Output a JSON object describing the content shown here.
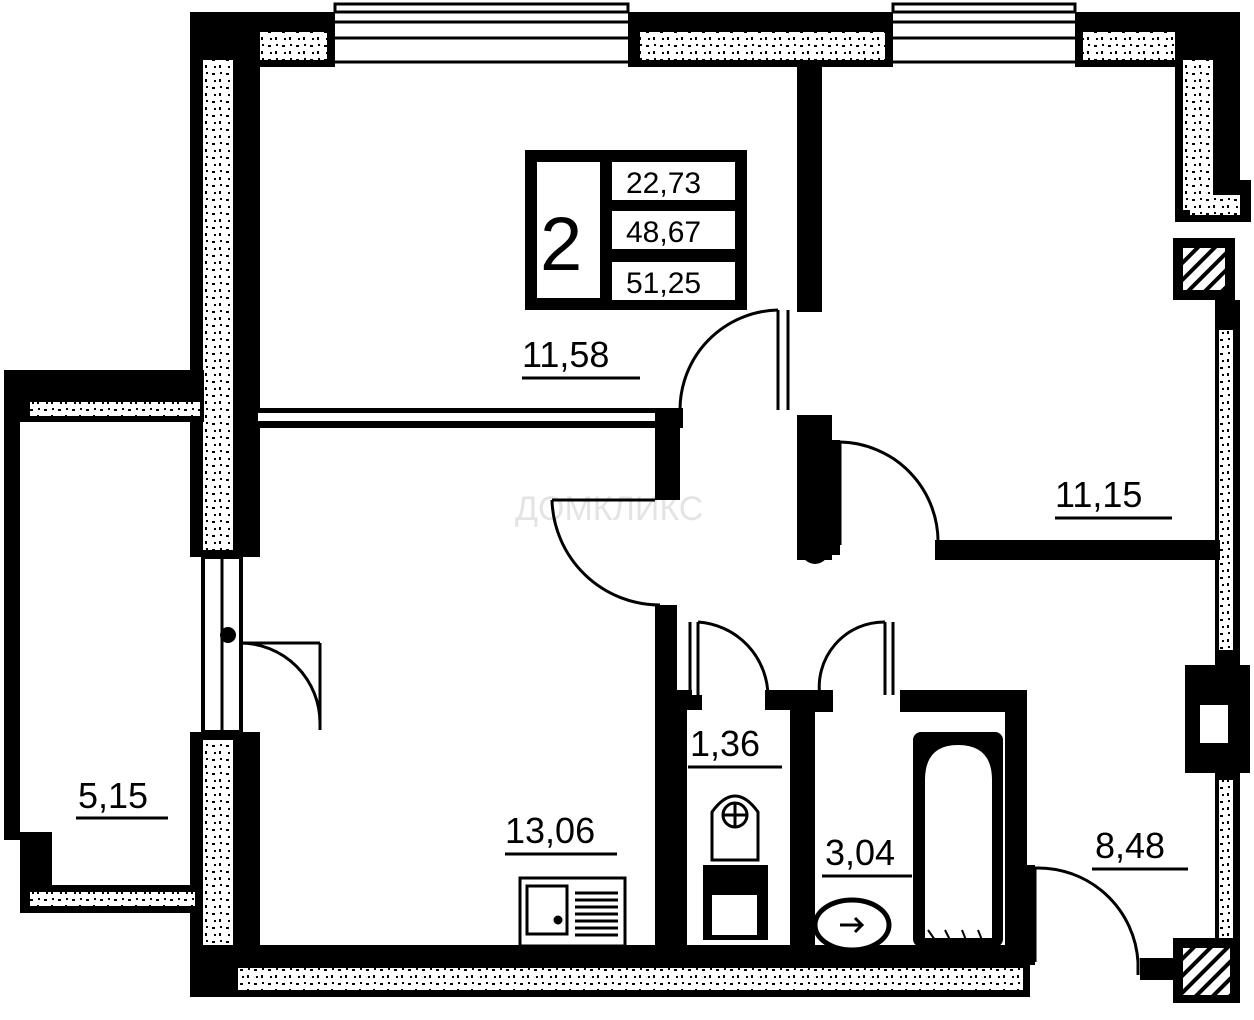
{
  "legend": {
    "rooms": "2",
    "living_area": "22,73",
    "usable_area": "48,67",
    "total_area": "51,25"
  },
  "rooms": {
    "bedroom_top": "11,58",
    "bedroom_right": "11,15",
    "living_room": "13,06",
    "balcony": "5,15",
    "toilet": "1,36",
    "bathroom": "3,04",
    "hallway": "8,48"
  },
  "watermark": "ДОМКЛИКС",
  "colors": {
    "wall": "#000000",
    "background": "#ffffff",
    "watermark": "#e4e4e4"
  }
}
